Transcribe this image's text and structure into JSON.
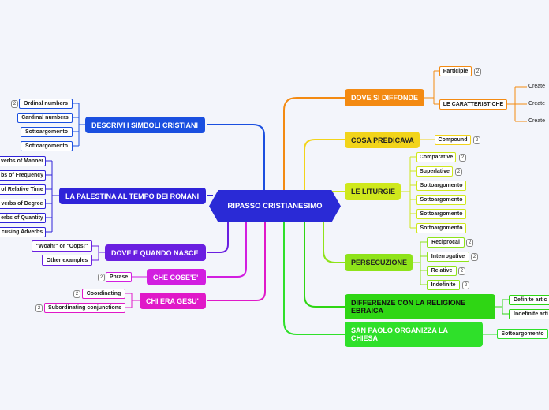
{
  "center": "RIPASSO CRISTIANESIMO",
  "badge": "2",
  "left": {
    "descrivi": {
      "label": "DESCRIVI I SIMBOLI CRISTIANI",
      "children": [
        "Ordinal numbers",
        "Cardinal numbers",
        "Sottoargomento",
        "Sottoargomento"
      ]
    },
    "palestina": {
      "label": "LA PALESTINA AL TEMPO DEI ROMANI",
      "children": [
        "verbs of Manner",
        "bs of Frequency",
        "of Relative Time",
        "verbs of Degree",
        "erbs of Quantity",
        "cusing Adverbs"
      ]
    },
    "dove_quando": {
      "label": "DOVE E QUANDO NASCE",
      "children": [
        "\"Woah!\" or \"Oops!\"",
        "Other examples"
      ]
    },
    "che_cose": {
      "label": "CHE COSE'E'",
      "children": [
        "Phrase"
      ]
    },
    "chi_era": {
      "label": "CHI ERA GESU'",
      "children": [
        "Coordinating",
        "Subordinating conjunctions"
      ]
    }
  },
  "right": {
    "dove_diffonde": {
      "label": "DOVE SI DIFFONDE",
      "children": [
        "Participle",
        "LE CARATTERISTICHE"
      ],
      "grandchildren": [
        "Create",
        "Create",
        "Create"
      ]
    },
    "cosa_predicava": {
      "label": "COSA PREDICAVA",
      "children": [
        "Compound"
      ]
    },
    "liturgie": {
      "label": "LE LITURGIE",
      "children": [
        "Comparative",
        "Superlative",
        "Sottoargomento",
        "Sottoargomento",
        "Sottoargomento",
        "Sottoargomento"
      ]
    },
    "persecuzione": {
      "label": "PERSECUZIONE",
      "children": [
        "Reciprocal",
        "Interrogative",
        "Relative",
        "Indefinite"
      ]
    },
    "differenze": {
      "label": "DIFFERENZE CON LA RELIGIONE EBRAICA",
      "children": [
        "Definite artic",
        "Indefinite arti"
      ]
    },
    "san_paolo": {
      "label": "SAN PAOLO ORGANIZZA LA CHIESA",
      "children": [
        "Sottoargomento"
      ]
    }
  },
  "colors": {
    "center": "#2a2ad6",
    "descrivi": "#1a4fe0",
    "palestina": "#2f23d9",
    "dove_quando": "#6a1fe0",
    "che_cose": "#d21ee0",
    "chi_era": "#e019c8",
    "dove_diffonde": "#f38a12",
    "cosa_predicava": "#f2d41a",
    "liturgie": "#cfe81c",
    "persecuzione": "#8ee31a",
    "differenze": "#2fd614",
    "san_paolo": "#2fe02a"
  }
}
